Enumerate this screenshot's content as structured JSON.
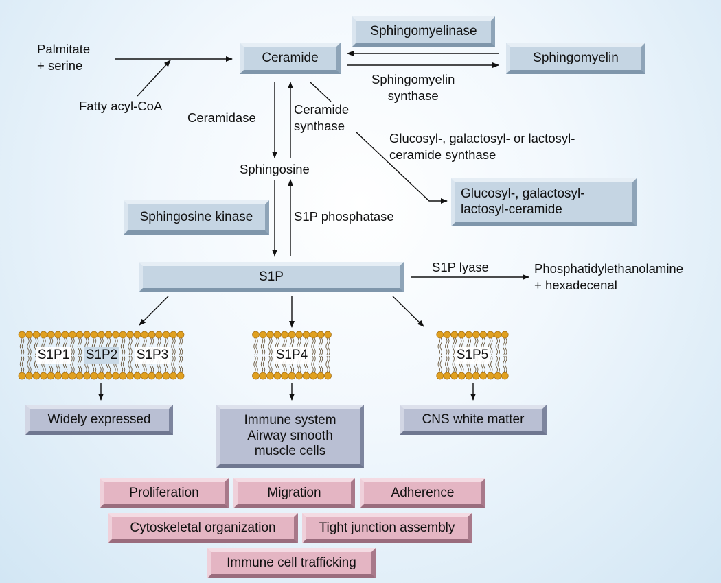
{
  "nodes": {
    "sphingomyelinase": "Sphingomyelinase",
    "ceramide": "Ceramide",
    "sphingomyelin": "Sphingomyelin",
    "glucosyl_ceramide": [
      "Glucosyl-, galactosyl-",
      "lactosyl-ceramide"
    ],
    "sphingosine_kinase": "Sphingosine kinase",
    "s1p": "S1P"
  },
  "labels": {
    "palmitate": [
      "Palmitate",
      "+ serine"
    ],
    "fatty_acyl_coa": "Fatty acyl-CoA",
    "sphingomyelin_synthase": [
      "Sphingomyelin",
      "synthase"
    ],
    "ceramidase": "Ceramidase",
    "ceramide_synthase": [
      "Ceramide",
      "synthase"
    ],
    "glycosyl_synthase": [
      "Glucosyl-, galactosyl- or lactosyl-",
      "ceramide synthase"
    ],
    "sphingosine": "Sphingosine",
    "s1p_phosphatase": "S1P phosphatase",
    "s1p_lyase": "S1P lyase",
    "products": [
      "Phosphatidylethanolamine",
      "+ hexadecenal"
    ]
  },
  "receptors": {
    "group1": [
      "S1P1",
      "S1P2",
      "S1P3"
    ],
    "group2": [
      "S1P4"
    ],
    "group3": [
      "S1P5"
    ]
  },
  "expression": {
    "widely": "Widely expressed",
    "immune": [
      "Immune system",
      "Airway smooth",
      "muscle cells"
    ],
    "cns": "CNS white matter"
  },
  "functions": {
    "proliferation": "Proliferation",
    "migration": "Migration",
    "adherence": "Adherence",
    "cytoskeletal": "Cytoskeletal organization",
    "tight_junction": "Tight junction assembly",
    "immune_trafficking": "Immune cell trafficking"
  },
  "colors": {
    "enzyme_box": "#c5d5e3",
    "expression_box": "#b9bfd3",
    "function_box": "#e4b5c3",
    "membrane_head": "#e0a020",
    "background": "#e6f1fa"
  }
}
